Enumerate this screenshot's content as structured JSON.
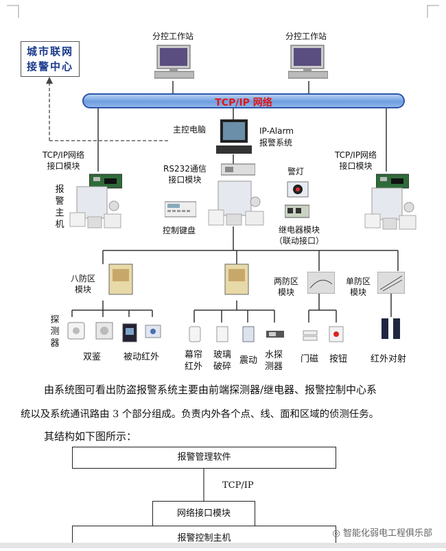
{
  "diagram": {
    "city_center": "城市联网接警中心",
    "workstation_left": "分控工作站",
    "workstation_right": "分控工作站",
    "network_bus": "TCP/IP 网络",
    "main_pc": "主控电脑",
    "ip_alarm": "IP-Alarm\n报警系统",
    "tcpip_left": "TCP/IP网络\n接口模块",
    "tcpip_right": "TCP/IP网络\n接口模块",
    "alarm_host": "报警主机",
    "rs232": "RS232通信\n接口模块",
    "warning_light": "警灯",
    "keyboard": "控制键盘",
    "relay": "继电器模块\n（联动接口）",
    "zone8": "八防区\n模块",
    "zone2": "两防区\n模块",
    "zone1": "单防区\n模块",
    "detector": "探测器",
    "dual_detector": "双鉴",
    "passive_ir": "被动红外",
    "curtain_ir": "幕帘\n红外",
    "glass_break": "玻璃\n破碎",
    "vibration": "震动",
    "water_detector": "水探\n测器",
    "door_magnet": "门磁",
    "button": "按钮",
    "ir_beam": "红外对射"
  },
  "text": {
    "para1_line1": "由系统图可看出防盗报警系统主要由前端探测器/继电器、报警控制中心系",
    "para1_line2": "统以及系统通讯路由 3 个部分组成。负责内外各个点、线、面和区域的侦测任务。",
    "para2": "其结构如下图所示："
  },
  "structure": {
    "software": "报警管理软件",
    "protocol": "TCP/IP",
    "interface": "网络接口模块",
    "controller": "报警控制主机"
  },
  "watermark": "智能化弱电工程俱乐部",
  "colors": {
    "bus_text": "#e01616",
    "city_text": "#1b3a8c",
    "bus_border": "#2d55a8"
  }
}
